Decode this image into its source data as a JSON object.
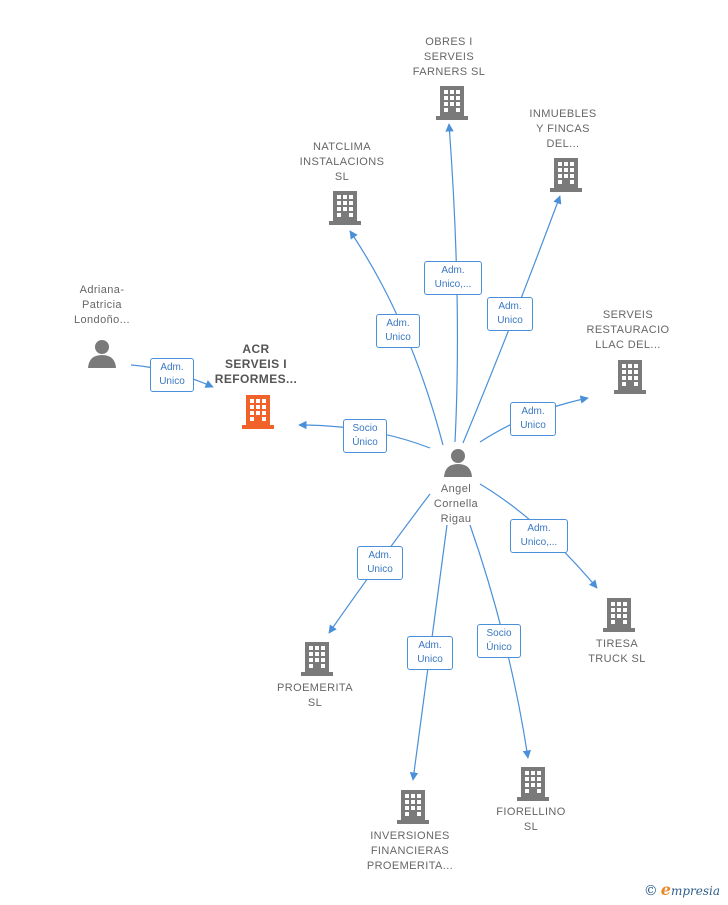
{
  "nodes": {
    "angel": {
      "label": "Angel\nCornella\nRigau",
      "type": "person"
    },
    "adriana": {
      "label": "Adriana-\nPatricia\nLondoño...",
      "type": "person"
    },
    "acr": {
      "label": "ACR\nSERVEIS I\nREFORMES...",
      "type": "company-main"
    },
    "obres": {
      "label": "OBRES I\nSERVEIS\nFARNERS  SL",
      "type": "company"
    },
    "natclima": {
      "label": "NATCLIMA\nINSTALACIONS\nSL",
      "type": "company"
    },
    "inmuebles": {
      "label": "INMUEBLES\nY FINCAS\nDEL...",
      "type": "company"
    },
    "serveis_rest": {
      "label": "SERVEIS\nRESTAURACIO\nLLAC DEL...",
      "type": "company"
    },
    "tiresa": {
      "label": "TIRESA\nTRUCK  SL",
      "type": "company"
    },
    "proemerita": {
      "label": "PROEMERITA\nSL",
      "type": "company"
    },
    "inversiones": {
      "label": "INVERSIONES\nFINANCIERAS\nPROEMERITA...",
      "type": "company"
    },
    "fiorellino": {
      "label": "FIORELLINO\nSL",
      "type": "company"
    }
  },
  "edges": {
    "adriana_acr": "Adm.\nUnico",
    "angel_acr": "Socio\nÚnico",
    "angel_natclima": "Adm.\nUnico",
    "angel_obres": "Adm.\nUnico,...",
    "angel_inmuebles": "Adm.\nUnico",
    "angel_serveis_rest": "Adm.\nUnico",
    "angel_tiresa": "Adm.\nUnico,...",
    "angel_proemerita": "Adm.\nUnico",
    "angel_inversiones": "Adm.\nUnico",
    "angel_fiorellino": "Socio\nÚnico"
  },
  "colors": {
    "edge": "#4a90d9",
    "icon_gray": "#7a7a7a",
    "icon_main": "#f0622a"
  },
  "brand": {
    "copyright": "©",
    "initial": "e",
    "rest": "mpresia"
  }
}
